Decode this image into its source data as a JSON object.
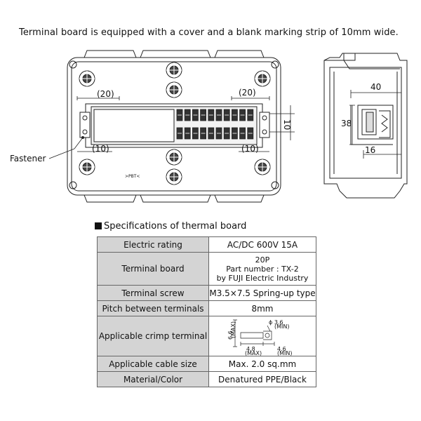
{
  "headline": "Terminal board is equipped with a cover and a blank marking strip of 10mm wide.",
  "front_view": {
    "dim_left_top": "(20)",
    "dim_right_top": "(20)",
    "dim_left_bottom": "(10)",
    "dim_right_bottom": "(10)",
    "dim_height": "10",
    "fastener_label": "Fastener",
    "mold_mark": ">PBT<"
  },
  "side_view": {
    "dim_width": "40",
    "dim_height": "38",
    "dim_lower": "16"
  },
  "spec": {
    "title": "Specifications of thermal board",
    "rows": [
      {
        "label": "Electric rating",
        "value": "AC/DC 600V 15A"
      },
      {
        "label": "Terminal board",
        "value_lines": [
          "20P",
          "Part number : TX-2",
          "by FUJI Electric Industry"
        ]
      },
      {
        "label": "Terminal screw",
        "value": "M3.5×7.5 Spring-up type"
      },
      {
        "label": "Pitch between terminals",
        "value": "8mm"
      },
      {
        "label": "Applicable crimp terminal",
        "crimp": {
          "phi": "ϕ 3.6",
          "phi_note": "(MIN)",
          "v_dim": "6.6",
          "v_note": "(MAX)",
          "a": "4.8",
          "a_note": "(MAX)",
          "b": "4.6",
          "b_note": "(MIN)"
        }
      },
      {
        "label": "Applicable cable size",
        "value": "Max. 2.0 sq.mm"
      },
      {
        "label": "Material/Color",
        "value": "Denatured PPE/Black"
      }
    ]
  }
}
